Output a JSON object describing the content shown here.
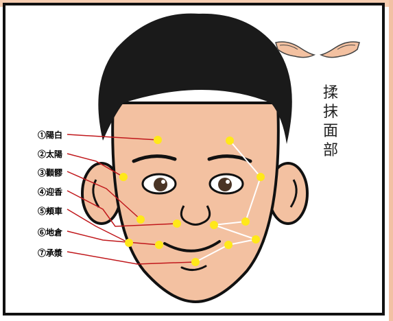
{
  "title": "揉抹面部",
  "points": [
    {
      "label": "①陽白"
    },
    {
      "label": "②太陽"
    },
    {
      "label": "③顴髎"
    },
    {
      "label": "④迎香"
    },
    {
      "label": "⑤頰車"
    },
    {
      "label": "⑥地倉"
    },
    {
      "label": "⑦承漿"
    }
  ],
  "colors": {
    "skin": "#f3c1a1",
    "hair": "#1a1a1a",
    "point": "#ffe81a",
    "leader_line": "#c0171b",
    "massage_path": "#ffffff",
    "frame": "#111111"
  },
  "icons": [
    "hands-icon"
  ]
}
